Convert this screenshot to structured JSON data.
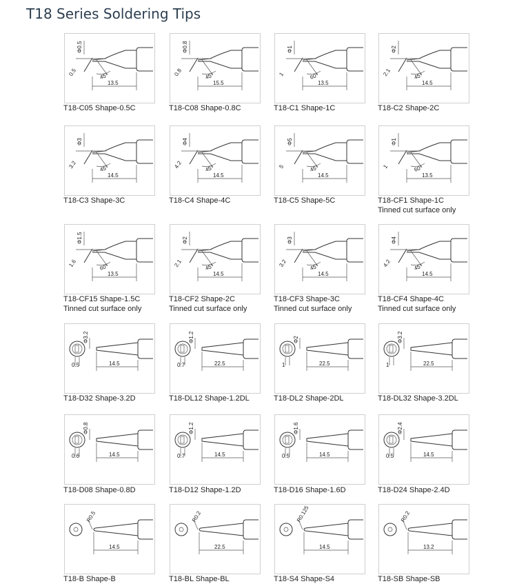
{
  "page": {
    "title": "T18 Series Soldering Tips"
  },
  "tips": [
    {
      "caption": "T18-C05 Shape-0.5C",
      "kind": "C",
      "dia": "Φ0.5",
      "face": "0.5",
      "angle": "45°",
      "len": "13.5"
    },
    {
      "caption": "T18-C08 Shape-0.8C",
      "kind": "C",
      "dia": "Φ0.8",
      "face": "0.8",
      "angle": "45°",
      "len": "15.5"
    },
    {
      "caption": "T18-C1 Shape-1C",
      "kind": "C",
      "dia": "Φ1",
      "face": "1",
      "angle": "60°",
      "len": "13.5"
    },
    {
      "caption": "T18-C2 Shape-2C",
      "kind": "C",
      "dia": "Φ2",
      "face": "2.1",
      "angle": "45°",
      "len": "14.5"
    },
    {
      "caption": "T18-C3 Shape-3C",
      "kind": "C",
      "dia": "Φ3",
      "face": "3.2",
      "angle": "45°",
      "len": "14.5"
    },
    {
      "caption": "T18-C4 Shape-4C",
      "kind": "C",
      "dia": "Φ4",
      "face": "4.2",
      "angle": "45°",
      "len": "14.5"
    },
    {
      "caption": "T18-C5 Shape-5C",
      "kind": "C",
      "dia": "Φ5",
      "face": "5",
      "angle": "45°",
      "len": "14.5"
    },
    {
      "caption": "T18-CF1 Shape-1C",
      "note": "Tinned cut surface only",
      "kind": "C",
      "dia": "Φ1",
      "face": "1",
      "angle": "60°",
      "len": "13.5"
    },
    {
      "caption": "T18-CF15 Shape-1.5C",
      "note": "Tinned cut surface only",
      "kind": "C",
      "dia": "Φ1.5",
      "face": "1.6",
      "angle": "60°",
      "len": "13.5"
    },
    {
      "caption": "T18-CF2 Shape-2C",
      "note": "Tinned cut surface only",
      "kind": "C",
      "dia": "Φ2",
      "face": "2.1",
      "angle": "45°",
      "len": "14.5"
    },
    {
      "caption": "T18-CF3 Shape-3C",
      "note": "Tinned cut surface only",
      "kind": "C",
      "dia": "Φ3",
      "face": "3.2",
      "angle": "45°",
      "len": "14.5"
    },
    {
      "caption": "T18-CF4 Shape-4C",
      "note": "Tinned cut surface only",
      "kind": "C",
      "dia": "Φ4",
      "face": "4.2",
      "angle": "45°",
      "len": "14.5"
    },
    {
      "caption": "T18-D32 Shape-3.2D",
      "kind": "D",
      "dia": "Φ3.2",
      "face": "0.5",
      "len": "14.5"
    },
    {
      "caption": "T18-DL12 Shape-1.2DL",
      "kind": "D",
      "dia": "Φ1.2",
      "face": "0.7",
      "len": "22.5"
    },
    {
      "caption": "T18-DL2 Shape-2DL",
      "kind": "D",
      "dia": "Φ2",
      "face": "1",
      "len": "22.5"
    },
    {
      "caption": "T18-DL32 Shape-3.2DL",
      "kind": "D",
      "dia": "Φ3.2",
      "face": "1",
      "len": "22.5"
    },
    {
      "caption": "T18-D08 Shape-0.8D",
      "kind": "D",
      "dia": "Φ0.8",
      "face": "0.6",
      "len": "14.5"
    },
    {
      "caption": "T18-D12 Shape-1.2D",
      "kind": "D",
      "dia": "Φ1.2",
      "face": "0.7",
      "len": "14.5"
    },
    {
      "caption": "T18-D16 Shape-1.6D",
      "kind": "D",
      "dia": "Φ1.6",
      "face": "0.5",
      "len": "14.5"
    },
    {
      "caption": "T18-D24 Shape-2.4D",
      "kind": "D",
      "dia": "Φ2.4",
      "face": "0.5",
      "len": "14.5"
    },
    {
      "caption": "T18-B Shape-B",
      "kind": "B",
      "dia": "R0.5",
      "len": "14.5"
    },
    {
      "caption": "T18-BL Shape-BL",
      "kind": "B",
      "dia": "R0.2",
      "len": "22.5"
    },
    {
      "caption": "T18-S4 Shape-S4",
      "kind": "B",
      "dia": "R0.125",
      "len": "14.5"
    },
    {
      "caption": "T18-SB Shape-SB",
      "kind": "B",
      "dia": "R0.2",
      "len": "13.2"
    }
  ]
}
